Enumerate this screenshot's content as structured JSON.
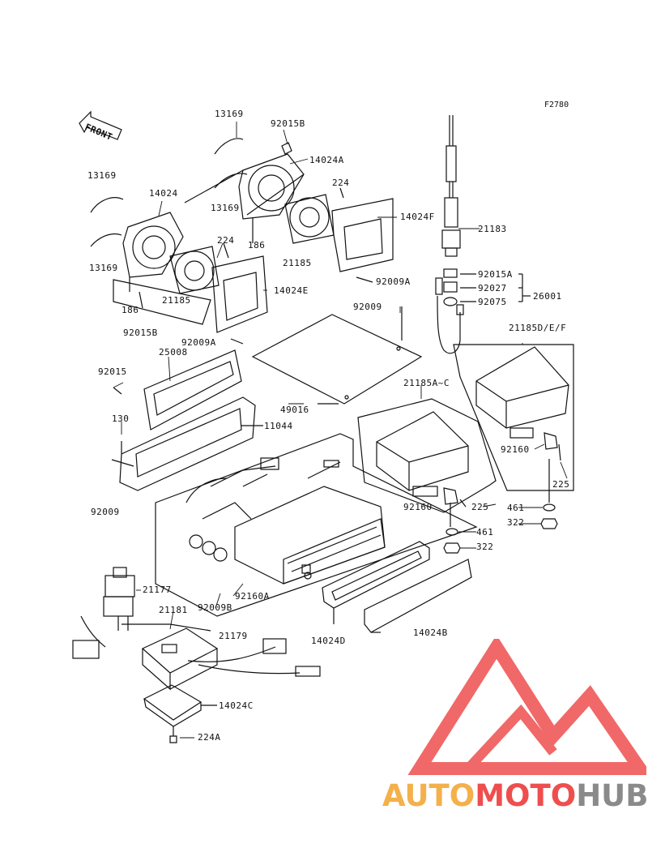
{
  "figure_code": "F2780",
  "front_label": "FRONT",
  "part_labels": {
    "p13169_a": "13169",
    "p92015b_a": "92015B",
    "p14024a": "14024A",
    "p224_a": "224",
    "p13169_b": "13169",
    "p186_a": "186",
    "p21185_a": "21185",
    "p14024f": "14024F",
    "p92009a_a": "92009A",
    "p13169_c": "13169",
    "p14024": "14024",
    "p224_b": "224",
    "p13169_d": "13169",
    "p14024e": "14024E",
    "p186_b": "186",
    "p21185_b": "21185",
    "p92015b_b": "92015B",
    "p92009a_b": "92009A",
    "p21183": "21183",
    "p92015a": "92015A",
    "p92027": "92027",
    "p26001": "26001",
    "p92075": "92075",
    "p92009_a": "92009",
    "p21185def": "21185D/E/F",
    "p25008": "25008",
    "p92015": "92015",
    "p49016": "49016",
    "p21185ac": "21185A~C",
    "p130": "130",
    "p11044": "11044",
    "p92160_a": "92160",
    "p225_a": "225",
    "p92009_b": "92009",
    "p92160_b": "92160",
    "p225_b": "225",
    "p461_a": "461",
    "p461_b": "461",
    "p322_a": "322",
    "p322_b": "322",
    "p21177": "21177",
    "p92160a": "92160A",
    "p92009b": "92009B",
    "p21181": "21181",
    "p14024d": "14024D",
    "p14024b": "14024B",
    "p21179": "21179",
    "p14024c": "14024C",
    "p224a": "224A"
  },
  "watermark": {
    "part1": "AUTO",
    "part2": "MOTO",
    "part3": "HUB",
    "colors": {
      "a": "#f4b04a",
      "b": "#ef4e4e",
      "c": "#8a8a8a"
    }
  }
}
